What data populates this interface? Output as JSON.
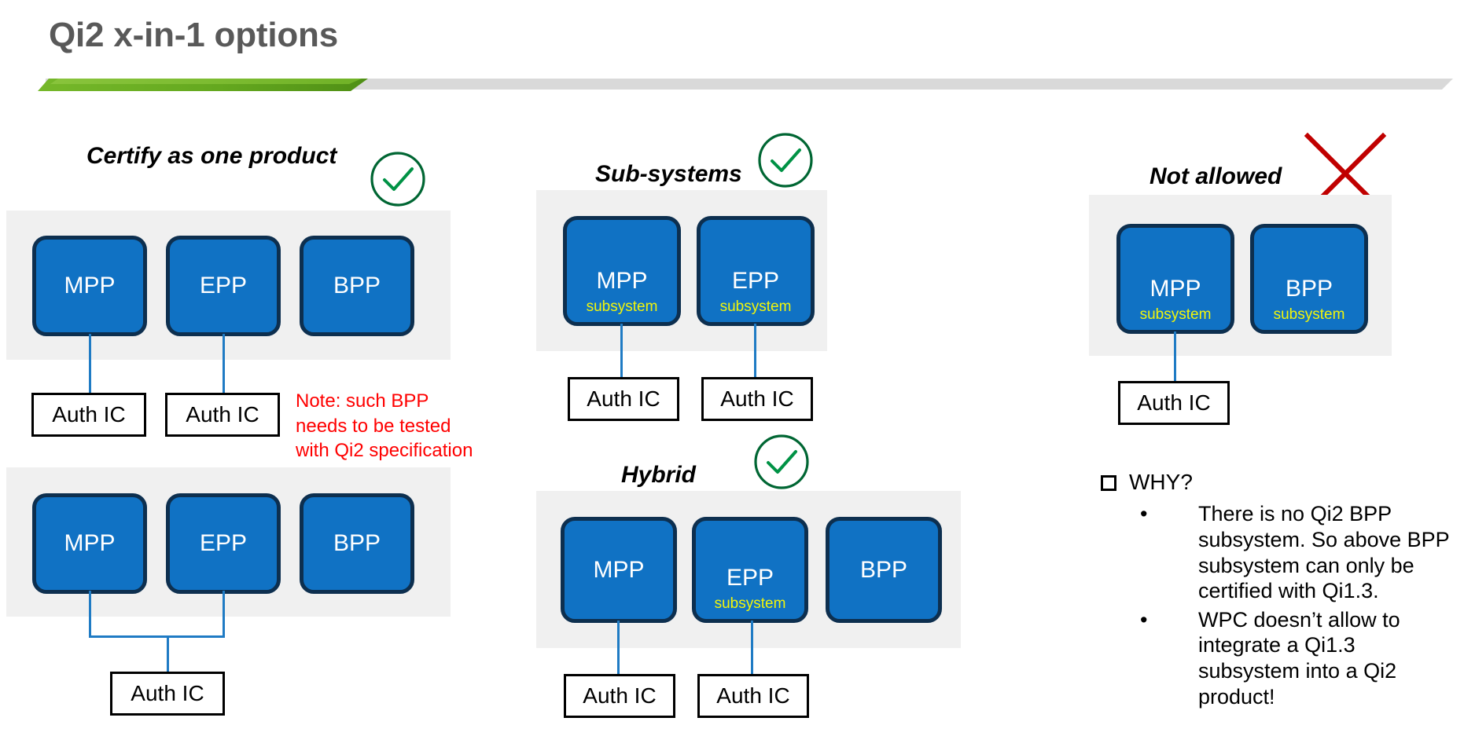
{
  "slide": {
    "title": "Qi2 x-in-1 options",
    "accent_green": "#76b82a",
    "accent_gray": "#d9d9d9",
    "chip_fill": "#1072c4",
    "chip_border": "#0d2f4f",
    "subsystem_color": "#f2f50a",
    "note_color": "#ff0000",
    "check_color": "#006633",
    "cross_color": "#c00000"
  },
  "left_column": {
    "group1": {
      "heading": "Certify as one product",
      "mark": "check-icon",
      "chips": [
        {
          "label": "MPP",
          "sub": ""
        },
        {
          "label": "EPP",
          "sub": ""
        },
        {
          "label": "BPP",
          "sub": ""
        }
      ],
      "auth_ics": [
        "Auth IC",
        "Auth IC"
      ]
    },
    "note": "Note: such BPP needs to be tested with Qi2 specification",
    "group2": {
      "chips": [
        {
          "label": "MPP",
          "sub": ""
        },
        {
          "label": "EPP",
          "sub": ""
        },
        {
          "label": "BPP",
          "sub": ""
        }
      ],
      "auth_ics": [
        "Auth IC"
      ]
    }
  },
  "middle_column": {
    "group1": {
      "heading": "Sub-systems",
      "mark": "check-icon",
      "chips": [
        {
          "label": "MPP",
          "sub": "subsystem"
        },
        {
          "label": "EPP",
          "sub": "subsystem"
        }
      ],
      "auth_ics": [
        "Auth IC",
        "Auth IC"
      ]
    },
    "group2": {
      "heading": "Hybrid",
      "mark": "check-icon",
      "chips": [
        {
          "label": "MPP",
          "sub": ""
        },
        {
          "label": "EPP",
          "sub": "subsystem"
        },
        {
          "label": "BPP",
          "sub": ""
        }
      ],
      "auth_ics": [
        "Auth IC",
        "Auth IC"
      ]
    }
  },
  "right_column": {
    "group1": {
      "heading": "Not allowed",
      "mark": "cross-icon",
      "chips": [
        {
          "label": "MPP",
          "sub": "subsystem"
        },
        {
          "label": "BPP",
          "sub": "subsystem"
        }
      ],
      "auth_ics": [
        "Auth IC"
      ]
    },
    "why": {
      "title": "WHY?",
      "bullet_glyph": "•",
      "items": [
        "There is no Qi2 BPP subsystem. So above BPP subsystem can only be certified with Qi1.3.",
        "WPC doesn’t allow to integrate a Qi1.3 subsystem into a Qi2 product!"
      ]
    }
  }
}
